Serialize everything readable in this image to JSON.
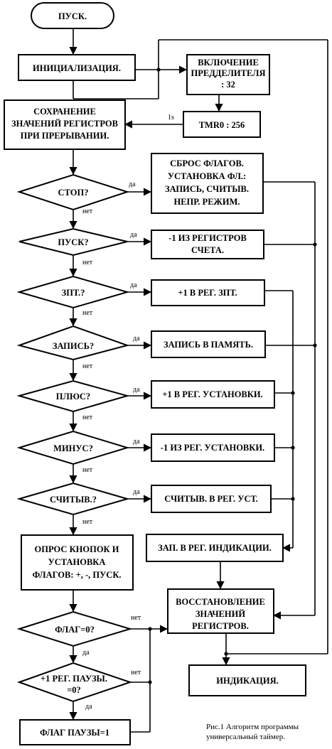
{
  "blocks": {
    "start": "ПУСК.",
    "init": "ИНИЦИАЛИЗАЦИЯ.",
    "prescaler": [
      "ВКЛЮЧЕНИЕ",
      "ПРЕДДЕЛИТЕЛЯ",
      ": 32"
    ],
    "save": [
      "СОХРАНЕНИЕ",
      "ЗНАЧЕНИЙ РЕГИСТРОВ",
      "ПРИ ПРЕРЫВАНИИ."
    ],
    "tmr": "TMR0 : 256",
    "reset": [
      "СБРОС ФЛАГОВ.",
      "УСТАНОВКА ФЛ.:",
      "ЗАПИСЬ, СЧИТЫВ.",
      "НЕПР. РЕЖИМ."
    ],
    "dec_count": [
      "-1 ИЗ РЕГИСТРОВ",
      "СЧЕТА."
    ],
    "inc_zpt": "+1 В РЕГ. ЗПТ.",
    "write_mem": "ЗАПИСЬ В ПАМЯТЬ.",
    "inc_set": "+1 В РЕГ. УСТАНОВКИ.",
    "dec_set": "-1 ИЗ РЕГ. УСТАНОВКИ.",
    "read_set": "СЧИТЫВ. В РЕГ. УСТ.",
    "poll": [
      "ОПРОС КНОПОК И",
      "УСТАНОВКА",
      "ФЛАГОВ: +, -, ПУСК."
    ],
    "write_ind": "ЗАП. В РЕГ. ИНДИКАЦИИ.",
    "restore": [
      "ВОССТАНОВЛЕНИЕ",
      "ЗНАЧЕНИЙ",
      "РЕГИСТРОВ."
    ],
    "indication": "ИНДИКАЦИЯ.",
    "pause_flag": "ФЛАГ ПАУЗЫ=1"
  },
  "decisions": {
    "stop": "СТОП?",
    "start": "ПУСК?",
    "zpt": "ЗПТ.?",
    "write": "ЗАПИСЬ?",
    "plus": "ПЛЮС?",
    "minus": "МИНУС?",
    "read": "СЧИТЫВ.?",
    "flag0": "ФЛАГ=0?",
    "pause": [
      "+1 РЕГ. ПАУЗЫ.",
      "=0?"
    ]
  },
  "labels": {
    "yes": "да",
    "no": "нет",
    "interval": "1s"
  },
  "caption": [
    "Рис.1 Алгоритм программы",
    "универсальный таймер."
  ]
}
